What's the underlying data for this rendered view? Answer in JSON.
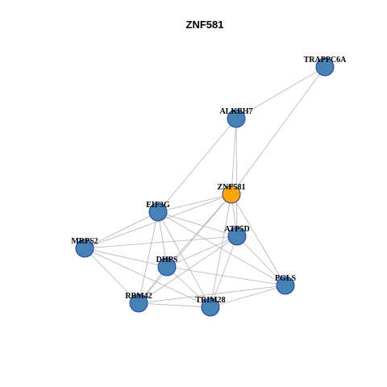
{
  "title": "ZNF581",
  "colors": {
    "node_default": "#4682B4",
    "node_center": "#FFA500",
    "node_border": "#1f3fb0",
    "edge": "#b3b3b3"
  },
  "nodes": [
    {
      "id": "TRAPPC6A",
      "label": "TRAPPC6A",
      "center": false
    },
    {
      "id": "ALKBH7",
      "label": "ALKBH7",
      "center": false
    },
    {
      "id": "ZNF581",
      "label": "ZNF581",
      "center": true
    },
    {
      "id": "EIF3G",
      "label": "EIF3G",
      "center": false
    },
    {
      "id": "ATP5D",
      "label": "ATP5D",
      "center": false
    },
    {
      "id": "MRPS2",
      "label": "MRPS2",
      "center": false
    },
    {
      "id": "DHPS",
      "label": "DHPS",
      "center": false
    },
    {
      "id": "PGLS",
      "label": "PGLS",
      "center": false
    },
    {
      "id": "RBM42",
      "label": "RBM42",
      "center": false
    },
    {
      "id": "TRIM28",
      "label": "TRIM28",
      "center": false
    }
  ],
  "edges": [
    [
      "TRAPPC6A",
      "ALKBH7"
    ],
    [
      "TRAPPC6A",
      "ZNF581"
    ],
    [
      "ALKBH7",
      "ZNF581"
    ],
    [
      "ALKBH7",
      "EIF3G"
    ],
    [
      "ALKBH7",
      "ATP5D"
    ],
    [
      "ZNF581",
      "EIF3G"
    ],
    [
      "ZNF581",
      "ATP5D"
    ],
    [
      "ZNF581",
      "DHPS"
    ],
    [
      "ZNF581",
      "RBM42"
    ],
    [
      "ZNF581",
      "TRIM28"
    ],
    [
      "ZNF581",
      "PGLS"
    ],
    [
      "ZNF581",
      "MRPS2"
    ],
    [
      "EIF3G",
      "MRPS2"
    ],
    [
      "EIF3G",
      "ATP5D"
    ],
    [
      "EIF3G",
      "DHPS"
    ],
    [
      "EIF3G",
      "RBM42"
    ],
    [
      "EIF3G",
      "TRIM28"
    ],
    [
      "EIF3G",
      "PGLS"
    ],
    [
      "ATP5D",
      "MRPS2"
    ],
    [
      "ATP5D",
      "DHPS"
    ],
    [
      "ATP5D",
      "RBM42"
    ],
    [
      "ATP5D",
      "TRIM28"
    ],
    [
      "ATP5D",
      "PGLS"
    ],
    [
      "MRPS2",
      "DHPS"
    ],
    [
      "MRPS2",
      "RBM42"
    ],
    [
      "MRPS2",
      "TRIM28"
    ],
    [
      "DHPS",
      "RBM42"
    ],
    [
      "DHPS",
      "TRIM28"
    ],
    [
      "DHPS",
      "PGLS"
    ],
    [
      "RBM42",
      "TRIM28"
    ],
    [
      "RBM42",
      "PGLS"
    ],
    [
      "TRIM28",
      "PGLS"
    ]
  ]
}
